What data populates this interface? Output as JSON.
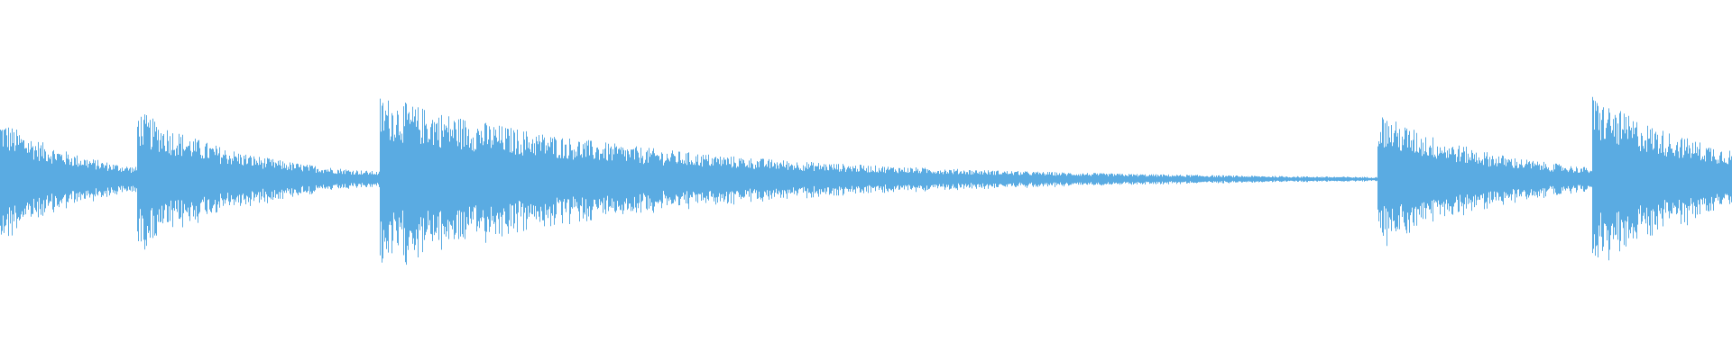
{
  "waveform": {
    "color": "#5aabe2",
    "background": "#ffffff",
    "baseline": "center",
    "onsets": [
      {
        "time_fraction": 0.0,
        "peak": 0.26,
        "decay": 0.14
      },
      {
        "time_fraction": 0.079,
        "peak": 0.3,
        "decay": 0.18
      },
      {
        "time_fraction": 0.219,
        "peak": 0.36,
        "decay": 0.45
      },
      {
        "time_fraction": 0.795,
        "peak": 0.29,
        "decay": 0.2
      },
      {
        "time_fraction": 0.919,
        "peak": 0.36,
        "decay": 0.22
      }
    ]
  }
}
